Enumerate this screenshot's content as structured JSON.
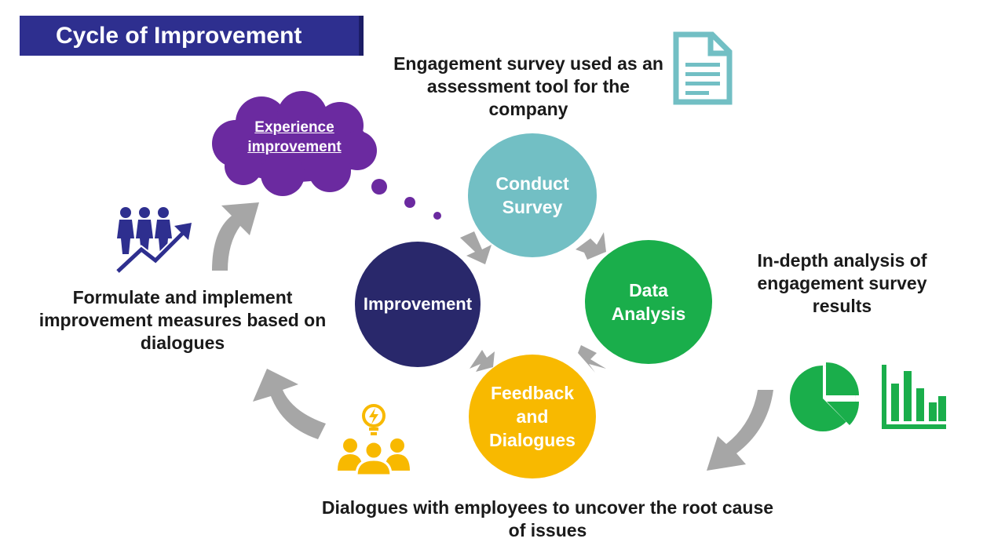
{
  "title": "Cycle of Improvement",
  "captions": {
    "survey": "Engagement survey used as an assessment tool for the company",
    "analysis": "In-depth analysis of engagement survey results",
    "dialogues": "Dialogues with employees to uncover the root cause of issues",
    "implement": "Formulate and implement improvement measures based on dialogues"
  },
  "cloud": {
    "label": "Experience improvement"
  },
  "stages": [
    {
      "label": "Conduct Survey",
      "color": "#72bfc4"
    },
    {
      "label": "Data Analysis",
      "color": "#1aae4b"
    },
    {
      "label": "Feedback and Dialogues",
      "color": "#f8b900"
    },
    {
      "label": "Improvement",
      "color": "#29286b"
    }
  ],
  "icons": [
    "document-icon",
    "pie-chart-icon",
    "bar-chart-icon",
    "team-idea-icon",
    "growth-people-icon"
  ],
  "colors": {
    "title_bg": "#2e2f8f",
    "cloud": "#6b2aa0",
    "arrow": "#a6a6a6",
    "icon_teal": "#72bfc4",
    "icon_green": "#1aae4b",
    "icon_yellow": "#f8b900",
    "icon_navy": "#2e2f8f"
  }
}
